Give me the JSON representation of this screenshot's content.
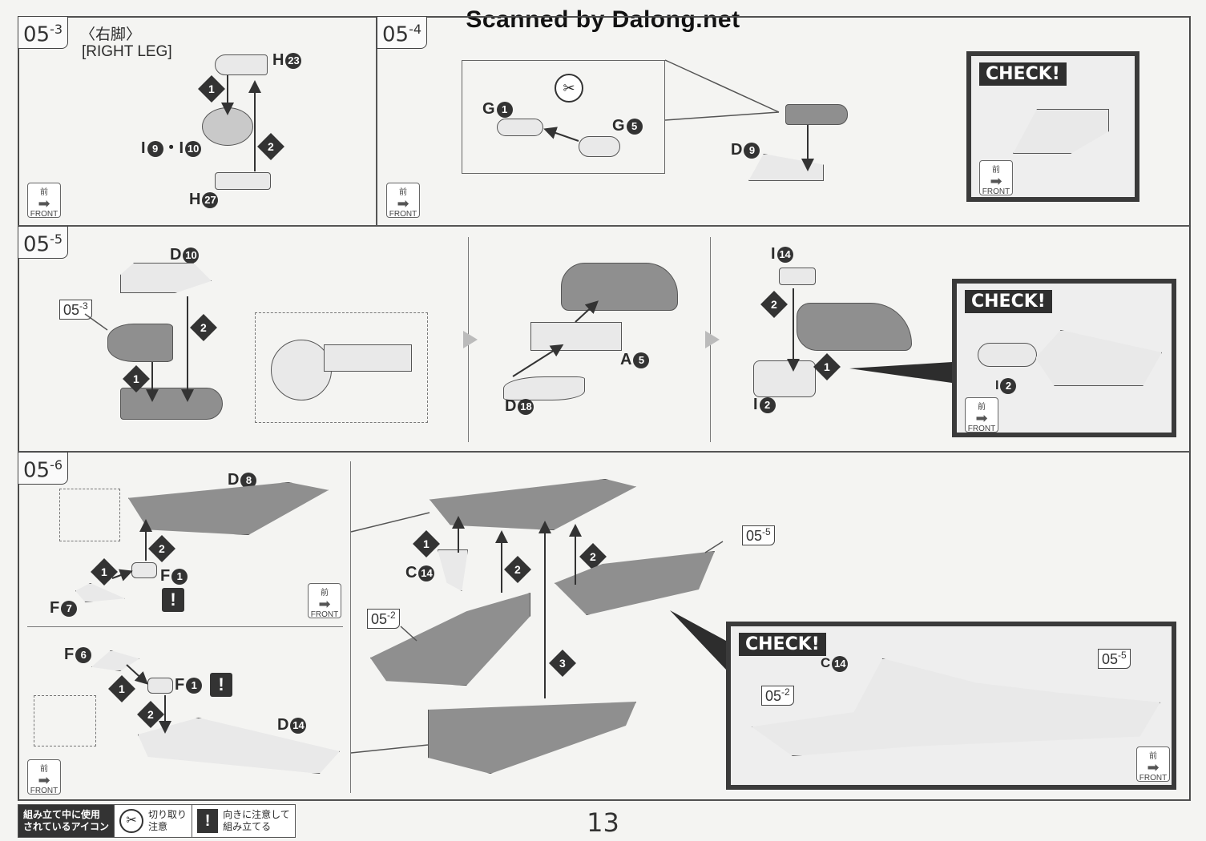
{
  "watermark": "Scanned by Dalong.net",
  "steps": {
    "s3": {
      "tag": "05",
      "sub": "-3",
      "title_jp": "〈右脚〉",
      "title_en": "[RIGHT LEG]",
      "parts": {
        "h23": "H",
        "h23n": "23",
        "i9": "I",
        "i9n": "9",
        "i10sep": "・I",
        "i10n": "10",
        "h27": "H",
        "h27n": "27"
      }
    },
    "s4": {
      "tag": "05",
      "sub": "-4",
      "parts": {
        "g1": "G",
        "g1n": "1",
        "g5": "G",
        "g5n": "5",
        "d9": "D",
        "d9n": "9"
      }
    },
    "s5": {
      "tag": "05",
      "sub": "-5",
      "ref": "05",
      "ref_sub": "-3",
      "parts": {
        "d10": "D",
        "d10n": "10",
        "a5": "A",
        "a5n": "5",
        "d18": "D",
        "d18n": "18",
        "i14": "I",
        "i14n": "14",
        "i2": "I",
        "i2n": "2",
        "i2check": "I",
        "i2checkn": "2"
      }
    },
    "s6": {
      "tag": "05",
      "sub": "-6",
      "refs": {
        "r52": "05",
        "r52s": "-2",
        "r55": "05",
        "r55s": "-5",
        "c_r52": "05",
        "c_r52s": "-2",
        "c_r55": "05",
        "c_r55s": "-5"
      },
      "parts": {
        "d8": "D",
        "d8n": "8",
        "f1a": "F",
        "f1an": "1",
        "f7": "F",
        "f7n": "7",
        "f6": "F",
        "f6n": "6",
        "f1b": "F",
        "f1bn": "1",
        "d14": "D",
        "d14n": "14",
        "c14": "C",
        "c14n": "14",
        "c14c": "C",
        "c14cn": "14"
      }
    }
  },
  "check_label": "CHECK!",
  "front": {
    "kanji": "前",
    "text": "FRONT"
  },
  "nums": {
    "n1": "1",
    "n2": "2",
    "n3": "3"
  },
  "excl": "!",
  "footer": {
    "head_line1": "組み立て中に使用",
    "head_line2": "されているアイコン",
    "cut_line1": "切り取り",
    "cut_line2": "注意",
    "dir_line1": "向きに注意して",
    "dir_line2": "組み立てる"
  },
  "page_number": "13"
}
